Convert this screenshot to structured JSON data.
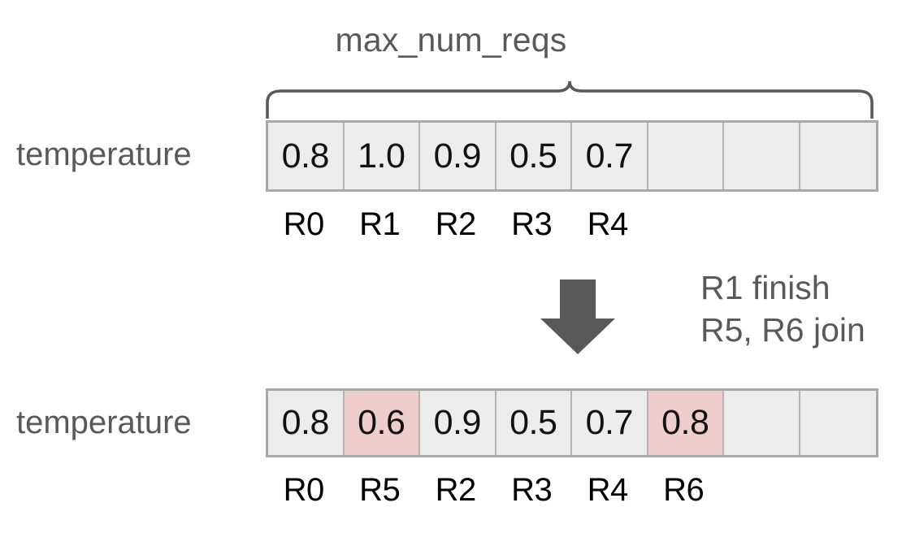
{
  "diagram": {
    "title": "max_num_reqs",
    "colors": {
      "cell_bg": "#ececec",
      "cell_highlight": "#eecdcd",
      "cell_border": "#a8a8a8",
      "cell_divider": "#b4b4b4",
      "label_gray": "#595959",
      "value_black": "#111111",
      "arrow_gray": "#595959"
    },
    "before": {
      "row_label": "temperature",
      "capacity": 8,
      "values": [
        "0.8",
        "1.0",
        "0.9",
        "0.5",
        "0.7",
        "",
        "",
        ""
      ],
      "highlights": [
        false,
        false,
        false,
        false,
        false,
        false,
        false,
        false
      ],
      "request_ids": [
        "R0",
        "R1",
        "R2",
        "R3",
        "R4",
        "",
        "",
        ""
      ]
    },
    "transition": {
      "arrow_icon": "arrow-down-icon",
      "lines": [
        "R1 finish",
        "R5, R6 join"
      ]
    },
    "after": {
      "row_label": "temperature",
      "capacity": 8,
      "values": [
        "0.8",
        "0.6",
        "0.9",
        "0.5",
        "0.7",
        "0.8",
        "",
        ""
      ],
      "highlights": [
        false,
        true,
        false,
        false,
        false,
        true,
        false,
        false
      ],
      "request_ids": [
        "R0",
        "R5",
        "R2",
        "R3",
        "R4",
        "R6",
        "",
        ""
      ]
    }
  }
}
